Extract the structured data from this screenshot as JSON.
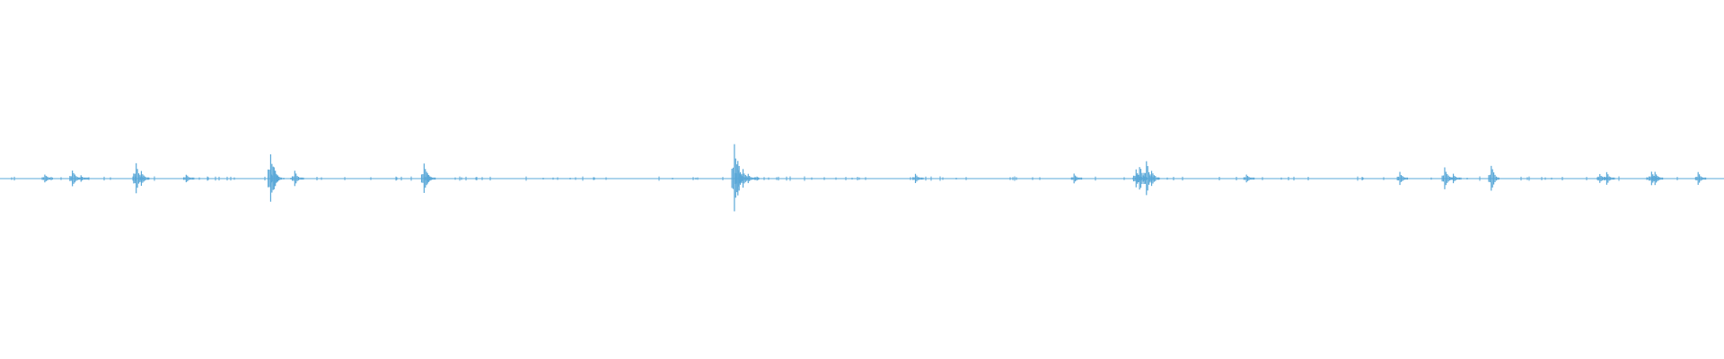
{
  "waveform": {
    "color": "#5aa8d8",
    "background": "#ffffff",
    "baseline_amplitude": 0.0,
    "duration_fraction_markers": "none",
    "peaks": [
      {
        "t": 0.026,
        "amp": 0.03
      },
      {
        "t": 0.042,
        "amp": 0.06
      },
      {
        "t": 0.047,
        "amp": 0.02
      },
      {
        "t": 0.079,
        "amp": 0.1
      },
      {
        "t": 0.082,
        "amp": 0.05
      },
      {
        "t": 0.108,
        "amp": 0.03
      },
      {
        "t": 0.157,
        "amp": 0.18
      },
      {
        "t": 0.159,
        "amp": 0.08
      },
      {
        "t": 0.171,
        "amp": 0.05
      },
      {
        "t": 0.246,
        "amp": 0.1
      },
      {
        "t": 0.248,
        "amp": 0.04
      },
      {
        "t": 0.426,
        "amp": 0.22
      },
      {
        "t": 0.428,
        "amp": 0.12
      },
      {
        "t": 0.431,
        "amp": 0.06
      },
      {
        "t": 0.434,
        "amp": 0.03
      },
      {
        "t": 0.531,
        "amp": 0.03
      },
      {
        "t": 0.623,
        "amp": 0.03
      },
      {
        "t": 0.659,
        "amp": 0.06
      },
      {
        "t": 0.661,
        "amp": 0.09
      },
      {
        "t": 0.665,
        "amp": 0.12
      },
      {
        "t": 0.668,
        "amp": 0.06
      },
      {
        "t": 0.723,
        "amp": 0.03
      },
      {
        "t": 0.812,
        "amp": 0.04
      },
      {
        "t": 0.838,
        "amp": 0.07
      },
      {
        "t": 0.843,
        "amp": 0.03
      },
      {
        "t": 0.865,
        "amp": 0.09
      },
      {
        "t": 0.928,
        "amp": 0.03
      },
      {
        "t": 0.932,
        "amp": 0.04
      },
      {
        "t": 0.958,
        "amp": 0.05
      },
      {
        "t": 0.96,
        "amp": 0.05
      },
      {
        "t": 0.985,
        "amp": 0.04
      }
    ]
  }
}
